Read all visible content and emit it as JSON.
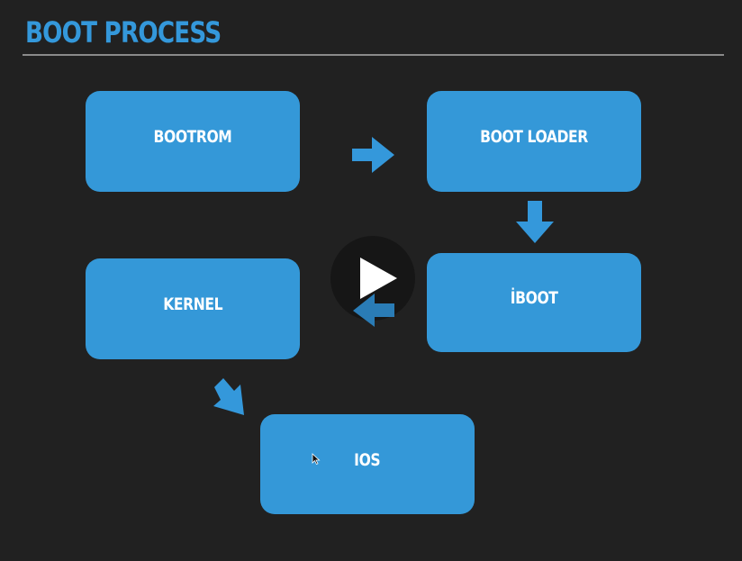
{
  "slide": {
    "title": "BOOT PROCESS"
  },
  "steps": {
    "bootrom": "BOOTROM",
    "boot_loader": "BOOT LOADER",
    "iboot": "İBOOT",
    "kernel": "KERNEL",
    "ios": "IOS"
  },
  "colors": {
    "accent": "#3498db",
    "background": "#212121",
    "box_text": "#ffffff",
    "rule": "#8a8a8a"
  },
  "icons": {
    "play": "play-icon",
    "cursor": "mouse-cursor-icon",
    "arrows": [
      "arrow-right-icon",
      "arrow-down-icon",
      "arrow-left-icon",
      "arrow-down-right-icon"
    ]
  }
}
